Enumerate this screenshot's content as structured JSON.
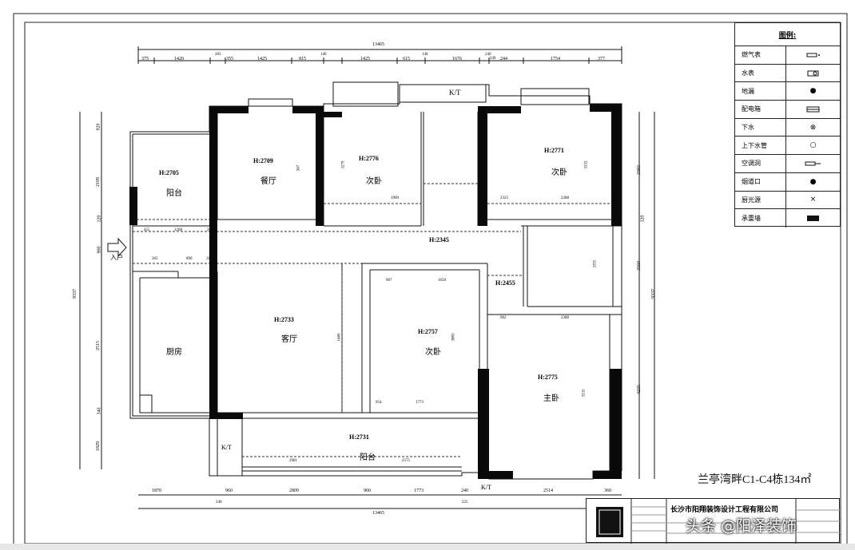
{
  "project_title": "兰亭湾畔C1-C4栋134㎡",
  "company": "长沙市阳翔装饰设计工程有限公司",
  "watermark": "头条 @阳泽装饰",
  "legend": {
    "title": "图例:",
    "items": [
      {
        "name": "燃气表",
        "icon": "gas-meter-symbol"
      },
      {
        "name": "水表",
        "icon": "water-meter-symbol"
      },
      {
        "name": "地漏",
        "icon": "floor-drain-dot",
        "glyph": "●"
      },
      {
        "name": "配电箱",
        "icon": "electric-box-symbol"
      },
      {
        "name": "下水",
        "icon": "drain-symbol",
        "glyph": "⊗"
      },
      {
        "name": "上下水管",
        "icon": "water-pipe-circle",
        "glyph": "○"
      },
      {
        "name": "空调洞",
        "icon": "ac-hole-symbol"
      },
      {
        "name": "烟道口",
        "icon": "flue-dot",
        "glyph": "●"
      },
      {
        "name": "厨光源",
        "icon": "light-cross",
        "glyph": "×"
      },
      {
        "name": "承重墙",
        "icon": "bearing-wall-block"
      }
    ]
  },
  "dimensions": {
    "overall_top": "13465",
    "overall_bottom": "13465",
    "top_segments": [
      "375",
      "1420",
      "355",
      "1425",
      "815",
      "1425",
      "615",
      "1676",
      "244",
      "1754",
      "377"
    ],
    "top_small": [
      "203",
      "140",
      "140",
      "240",
      "249"
    ],
    "bottom_segments": [
      "1870",
      "960",
      "2809",
      "960",
      "1773",
      "240",
      "2514",
      "360"
    ],
    "bottom_small": [
      "240",
      "225"
    ],
    "left_segments": [
      "920",
      "2109",
      "120",
      "900",
      "2515",
      "340",
      "1829"
    ],
    "left_overall": "9337",
    "right_segments": [
      "3383",
      "120",
      "3560",
      "4235"
    ],
    "right_overall": "9337",
    "inner": [
      "455",
      "1268",
      "260",
      "365",
      "890",
      "315",
      "367",
      "1669",
      "907",
      "1650",
      "902",
      "2380",
      "954",
      "1773",
      "2981",
      "2575",
      "3279",
      "3333",
      "3883",
      "3355",
      "1909",
      "2288",
      "2325",
      "3333"
    ]
  },
  "rooms": [
    {
      "id": "balcony-nw",
      "name": "阳台",
      "elev": "H:2705"
    },
    {
      "id": "dining",
      "name": "餐厅",
      "elev": "H:2709"
    },
    {
      "id": "bedroom-n1",
      "name": "次卧",
      "elev": "H:2776"
    },
    {
      "id": "bedroom-ne",
      "name": "次卧",
      "elev": "H:2771"
    },
    {
      "id": "corridor",
      "name": "",
      "elev": "H:2345"
    },
    {
      "id": "corridor-e",
      "name": "",
      "elev": "H:2455"
    },
    {
      "id": "kitchen",
      "name": "厨房",
      "elev": ""
    },
    {
      "id": "living",
      "name": "客厅",
      "elev": "H:2733"
    },
    {
      "id": "bedroom-mid",
      "name": "次卧",
      "elev": "H:2757"
    },
    {
      "id": "master",
      "name": "主卧",
      "elev": "H:2775"
    },
    {
      "id": "balcony-s",
      "name": "阳台",
      "elev": "H:2731"
    }
  ],
  "labels": {
    "kt_top": "K/T",
    "kt_left": "K/T",
    "kt_bottom": "K/T",
    "entrance": "入户"
  }
}
